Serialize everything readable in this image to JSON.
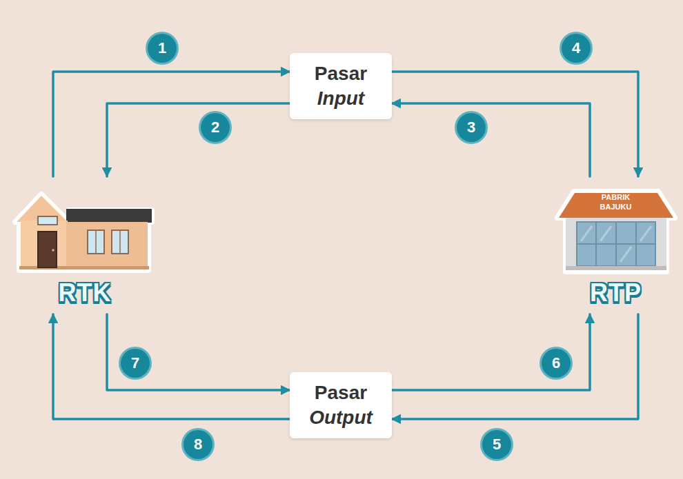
{
  "diagram": {
    "nodes": [
      {
        "text": [
          "Pasar Input"
        ]
      },
      {
        "text": [
          "RTK"
        ]
      },
      {
        "text": [
          "PABRIK BAJUKU",
          "RTP"
        ]
      },
      {
        "text": [
          "Pasar Output"
        ]
      }
    ],
    "edges": [
      {
        "from": 1,
        "to": 0,
        "arrow": "to",
        "label": "1"
      },
      {
        "from": 0,
        "to": 1,
        "arrow": "to",
        "label": "2"
      },
      {
        "from": 2,
        "to": 0,
        "arrow": "to",
        "label": "3"
      },
      {
        "from": 0,
        "to": 2,
        "arrow": "to",
        "label": "4"
      },
      {
        "from": 2,
        "to": 3,
        "arrow": "to",
        "label": "5"
      },
      {
        "from": 3,
        "to": 2,
        "arrow": "to",
        "label": "6"
      },
      {
        "from": 1,
        "to": 3,
        "arrow": "to",
        "label": "7"
      },
      {
        "from": 3,
        "to": 1,
        "arrow": "to",
        "label": "8"
      }
    ]
  }
}
